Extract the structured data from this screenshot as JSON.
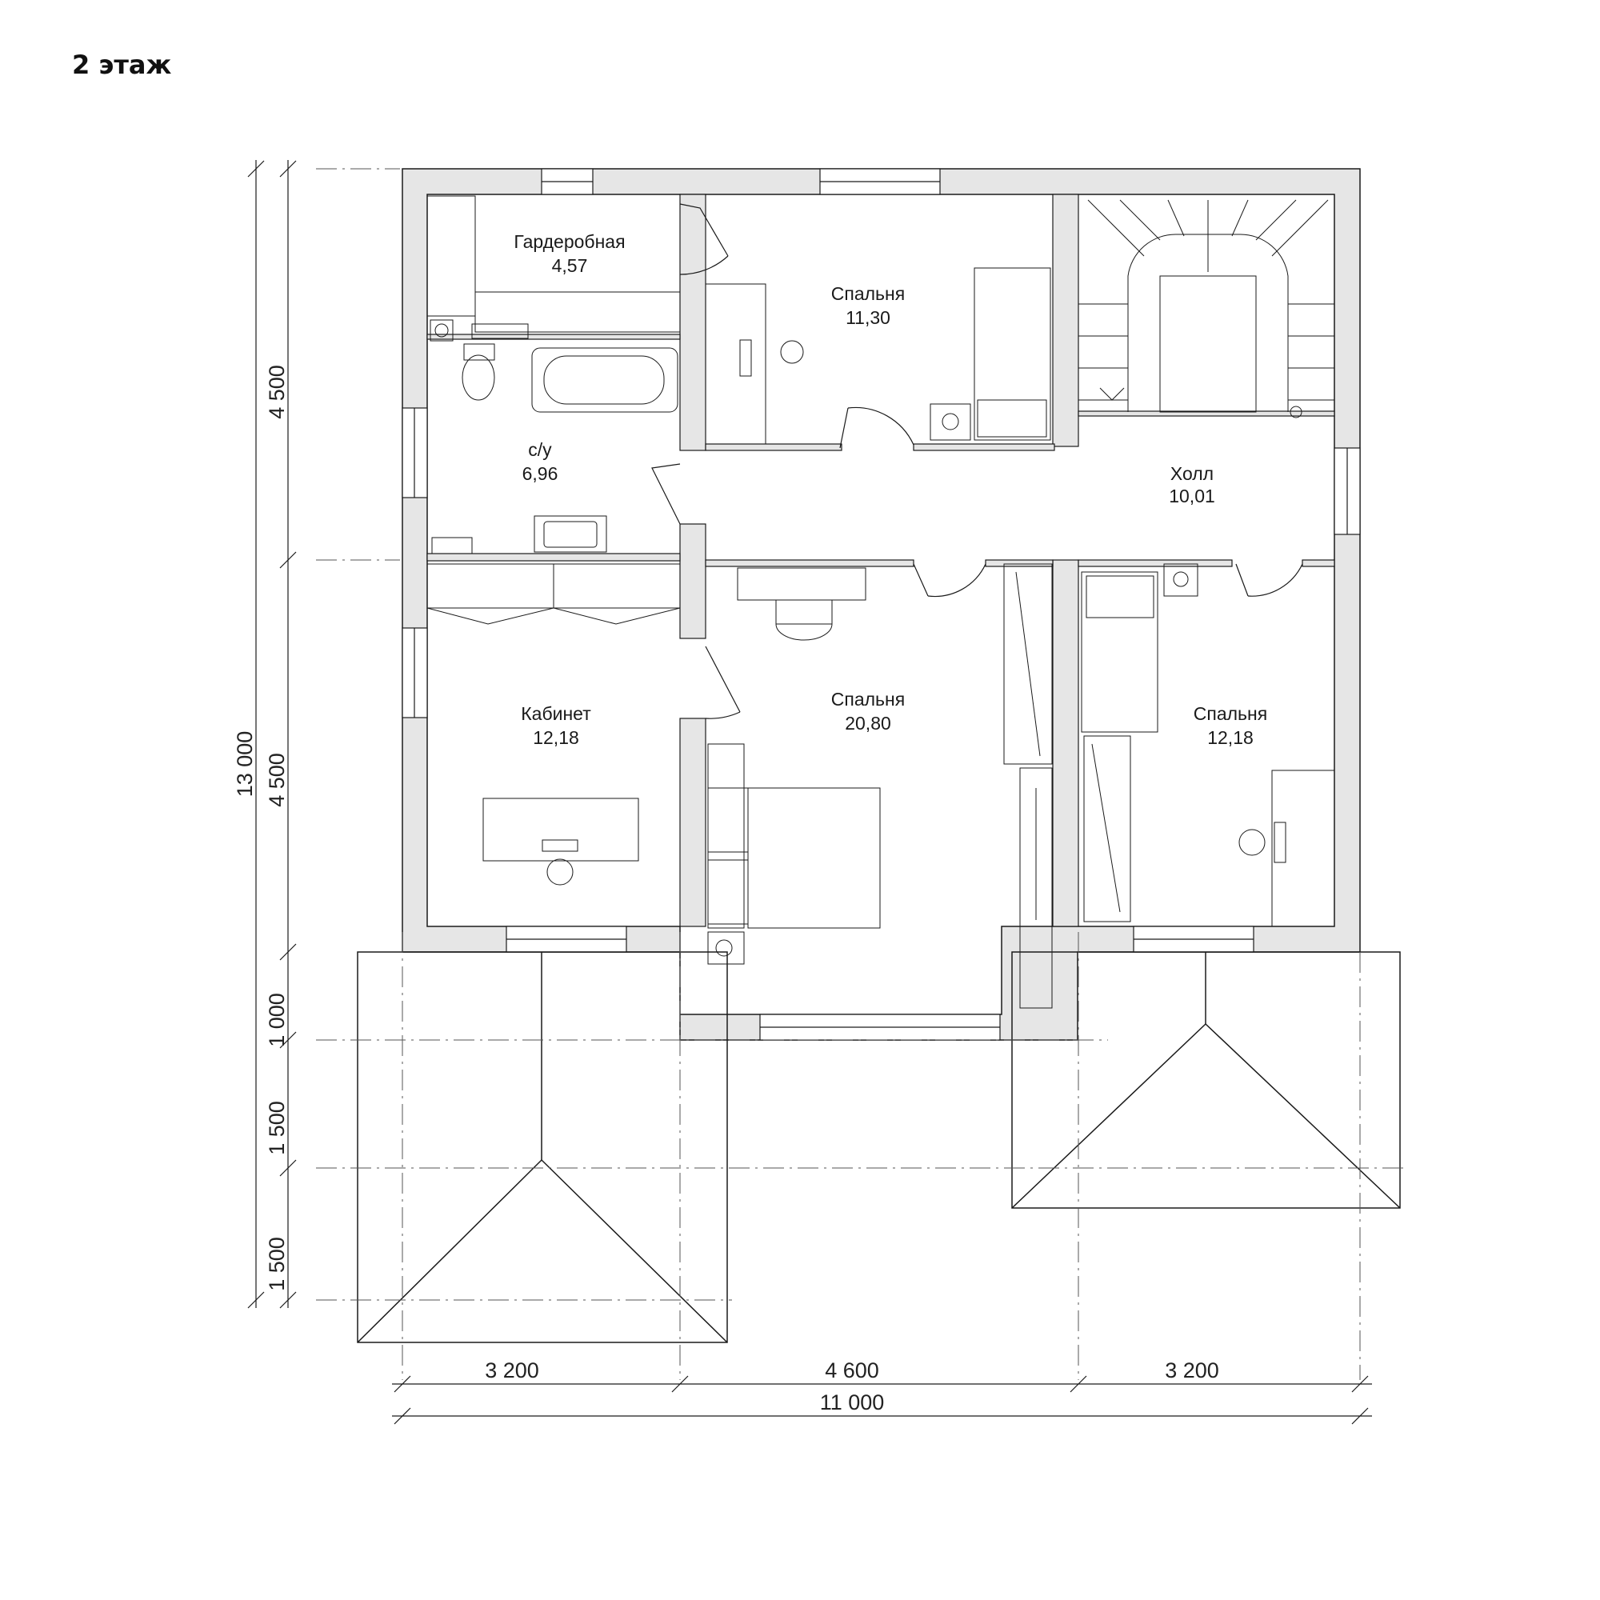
{
  "title": "2 этаж",
  "rooms": [
    {
      "name": "Гардеробная",
      "area": "4,57"
    },
    {
      "name": "Спальня",
      "area": "11,30"
    },
    {
      "name": "с/у",
      "area": "6,96"
    },
    {
      "name": "Холл",
      "area": "10,01"
    },
    {
      "name": "Кабинет",
      "area": "12,18"
    },
    {
      "name": "Спальня",
      "area": "20,80"
    },
    {
      "name": "Спальня",
      "area": "12,18"
    }
  ],
  "dimensions": {
    "vertical": [
      "4 500",
      "4 500",
      "1 000",
      "1 500",
      "1 500"
    ],
    "vertical_total": "13 000",
    "horizontal": [
      "3 200",
      "4 600",
      "3 200"
    ],
    "horizontal_total": "11 000"
  },
  "colors": {
    "wall_fill": "#e6e6e6",
    "line": "#1a1a1a",
    "axis": "#555555"
  }
}
